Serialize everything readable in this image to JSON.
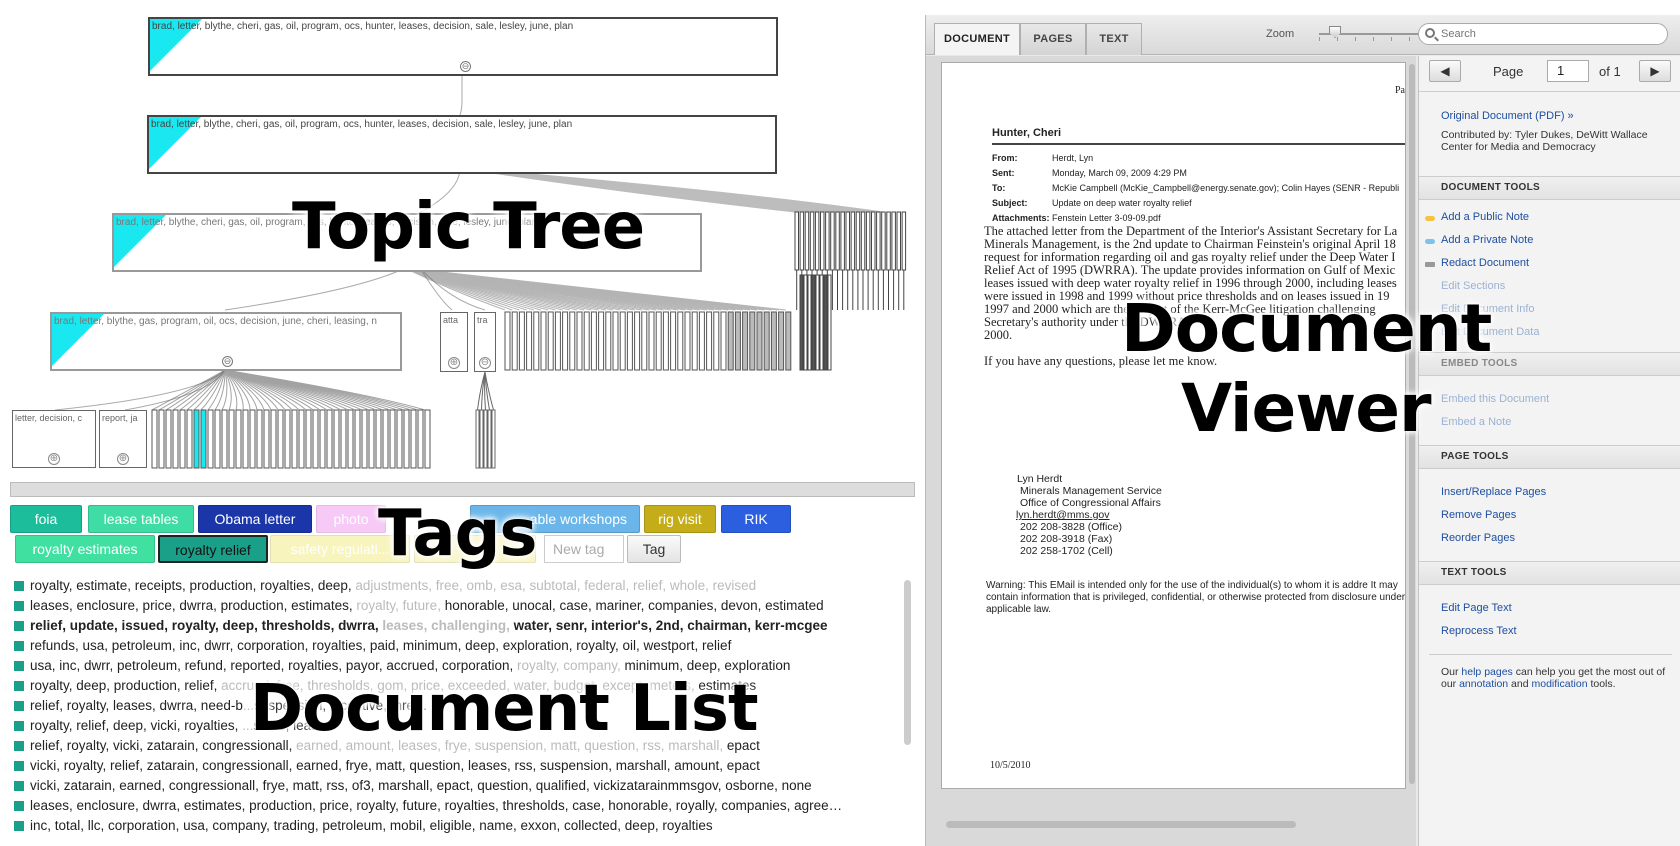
{
  "overlays": {
    "topic_tree": "Topic Tree",
    "tags": "Tags",
    "document_list": "Document List",
    "document_viewer_1": "Document",
    "document_viewer_2": "Viewer"
  },
  "tree": {
    "node1_label": "brad, letter, blythe, cheri, gas, oil, program, ocs, hunter, leases, decision, sale, lesley, june, plan",
    "node2_label": "brad, letter, blythe, cheri, gas, oil, program, ocs, hunter, leases, decision, sale, lesley, june, plan",
    "node3_label": "brad, letter, blythe, cheri, gas, oil, program, ocs, hunter, leases, decision, sale, lesley, june, plan",
    "node4_label": "brad, letter, blythe, gas, program, oil, ocs, decision, june, cheri, leasing, n",
    "node5_label": "atta",
    "node6_label": "tra",
    "leaf1_label": "letter, decision, c",
    "leaf2_label": "report, ja",
    "collapse_symbol": "⊖",
    "expand_symbol": "⊕",
    "accent_color": "#19e8f0"
  },
  "tags": [
    {
      "label": "foia",
      "color": "#1bbd9b",
      "text_color": "#ffffff"
    },
    {
      "label": "lease tables",
      "color": "#3fdca6",
      "text_color": "#ffffff"
    },
    {
      "label": "Obama letter",
      "color": "#1b36a8",
      "text_color": "#ffffff"
    },
    {
      "label": "photo",
      "color": "#ef9df0",
      "text_color": "#ffffff"
    },
    {
      "label": "...able workshops",
      "color": "#6ab6ea",
      "text_color": "#ffffff"
    },
    {
      "label": "rig visit",
      "color": "#c4ad18",
      "text_color": "#ffffff"
    },
    {
      "label": "RIK",
      "color": "#2b5fe0",
      "text_color": "#ffffff"
    },
    {
      "label": "royalty estimates",
      "color": "#3fe0a0",
      "text_color": "#ffffff"
    },
    {
      "label": "royalty relief",
      "color": "#1aa089",
      "text_color": "#111111"
    },
    {
      "label": "safety regulati...",
      "color": "#f3ec8a",
      "text_color": "#ffffff"
    },
    {
      "label": "",
      "color": "#f5ee9a",
      "text_color": "#ffffff"
    }
  ],
  "tag_input_placeholder": "New tag",
  "tag_button_label": "Tag",
  "documents": [
    {
      "text": "royalty, estimate, receipts, production, royalties, deep, ",
      "fade": "adjustments, free, omb, esa, subtotal, federal, relief, whole, revised",
      "bold": false
    },
    {
      "text": "leases, enclosure, price, dwrra, production, estimates, ",
      "fade": "royalty, future, ",
      "text2": "honorable, unocal, case, mariner, companies, devon, estimated",
      "bold": false
    },
    {
      "text": "relief, update, issued, royalty, deep, thresholds, dwrra, ",
      "fade": "leases, challenging, ",
      "text2": "water, senr, interior's, 2nd, chairman, kerr-mcgee",
      "bold": true
    },
    {
      "text": "refunds, usa, petroleum, inc, dwrr, corporation, royalties, paid, minimum, deep, exploration, royalty, oil, westport, relief",
      "bold": false
    },
    {
      "text": "usa, inc, dwrr, petroleum, refund, reported, royalties, payor, accrued, corporation, ",
      "fade": "royalty, company, ",
      "text2": "minimum, deep, exploration",
      "bold": false
    },
    {
      "text": "royalty, deep, production, relief, ",
      "fade": "accrued, free, thresholds, gom, price, exceeded, water, budget, except, meters, ",
      "text2": "estimates",
      "bold": false
    },
    {
      "text": "relief, royalty, leases, dwrra, need-b",
      "fade": "...",
      "text2": "suspension, incentive, thre…",
      "bold": false
    },
    {
      "text": "royalty, relief, deep, vicki, royalties, ",
      "fade": "...",
      "text2": "steve, leases",
      "bold": false
    },
    {
      "text": "relief, royalty, vicki, zatarain, congressionall, ",
      "fade": "earned, amount, leases, frye, suspension, matt, question, rss, marshall, ",
      "text2": "epact",
      "bold": false
    },
    {
      "text": "vicki, royalty, relief, zatarain, congressionall, earned, frye, matt, question, leases, rss, suspension, marshall, amount, epact",
      "bold": false
    },
    {
      "text": "vicki, zatarain, earned, congressionall, frye, matt, rss, of3, marshall, epact, question, qualified, vickizatarainmmsgov, osborne, none",
      "bold": false
    },
    {
      "text": "leases, enclosure, dwrra, estimates, production, price, royalty, future, royalties, thresholds, case, honorable, royally, companies, agree…",
      "bold": false
    },
    {
      "text": "inc, total, llc, corporation, usa, company, trading, petroleum, mobil, eligible, name, exxon, collected, deep, royalties",
      "bold": false
    }
  ],
  "viewer": {
    "tabs": [
      "DOCUMENT",
      "PAGES",
      "TEXT"
    ],
    "zoom_label": "Zoom",
    "search_placeholder": "Search",
    "page_label": "Page",
    "page_number": "1",
    "page_of": "of 1",
    "prev_symbol": "◀",
    "next_symbol": "▶",
    "document": {
      "page_mark": "Pa",
      "recipient": "Hunter, Cheri",
      "from_key": "From:",
      "from_val": "Herdt, Lyn",
      "sent_key": "Sent:",
      "sent_val": "Monday, March 09, 2009 4:29 PM",
      "to_key": "To:",
      "to_val": "McKie Campbell (McKie_Campbell@energy.senate.gov); Colin Hayes (SENR - Republi",
      "subject_key": "Subject:",
      "subject_val": "Update on deep water royalty relief",
      "attach_key": "Attachments:",
      "attach_val": "Fenstein Letter 3-09-09.pdf",
      "body_1": "The attached letter from the Department of the Interior's Assistant Secretary for La",
      "body_2": "Minerals Management, is the 2nd update to Chairman Feinstein's original April 18",
      "body_3": "request for information regarding oil and gas royalty relief under the Deep Water I",
      "body_4": "Relief Act of 1995 (DWRRA).  The update provides information on Gulf of Mexic",
      "body_5": "leases issued with deep water royalty relief in 1996 through 2000, including leases",
      "body_6": "were issued in 1998 and 1999 without price thresholds and on leases issued in 19",
      "body_7": "1997 and 2000 which are the subject of the Kerr-McGee litigation challenging",
      "body_8": "Secretary's authority under the DWRRA.",
      "body_9": "2000.",
      "closing": "If you have any questions, please let me know.",
      "sig_1": "Lyn Herdt",
      "sig_2": "Minerals Management Service",
      "sig_3": "Office of Congressional Affairs",
      "sig_4": "lyn.herdt@mms.gov",
      "sig_5": "202 208-3828 (Office)",
      "sig_6": "202 208-3918 (Fax)",
      "sig_7": "202 258-1702 (Cell)",
      "warning": "Warning:  This EMail is intended only for the use of the individual(s) to whom it is addre It may contain information that is privileged, confidential, or otherwise protected from disclosure under applicable law.",
      "footer_date": "10/5/2010"
    },
    "sidebar": {
      "original_doc": "Original Document (PDF) »",
      "contributed": "Contributed by: Tyler Dukes, DeWitt Wallace Center for Media and Democracy",
      "doc_tools_head": "DOCUMENT TOOLS",
      "add_public_note": "Add a Public Note",
      "add_private_note": "Add a Private Note",
      "redact_document": "Redact Document",
      "edit_sections": "Edit Sections",
      "edit_doc_info": "Edit Document Info",
      "edit_doc_data": "Edit Document Data",
      "embed_head": "EMBED TOOLS",
      "embed_doc": "Embed this Document",
      "embed_note": "Embed a Note",
      "page_tools_head": "PAGE TOOLS",
      "insert_replace": "Insert/Replace Pages",
      "remove_pages": "Remove Pages",
      "reorder_pages": "Reorder Pages",
      "text_tools_head": "TEXT TOOLS",
      "edit_page_text": "Edit Page Text",
      "reprocess_text": "Reprocess Text",
      "help_1": "Our ",
      "help_link_1": "help pages",
      "help_2": " can help you get the most out of our ",
      "help_link_2": "annotation",
      "help_3": " and ",
      "help_link_3": "modification",
      "help_4": " tools.",
      "public_note_color": "#f5c343",
      "private_note_color": "#7cc3ea",
      "redact_color": "#999999"
    }
  }
}
